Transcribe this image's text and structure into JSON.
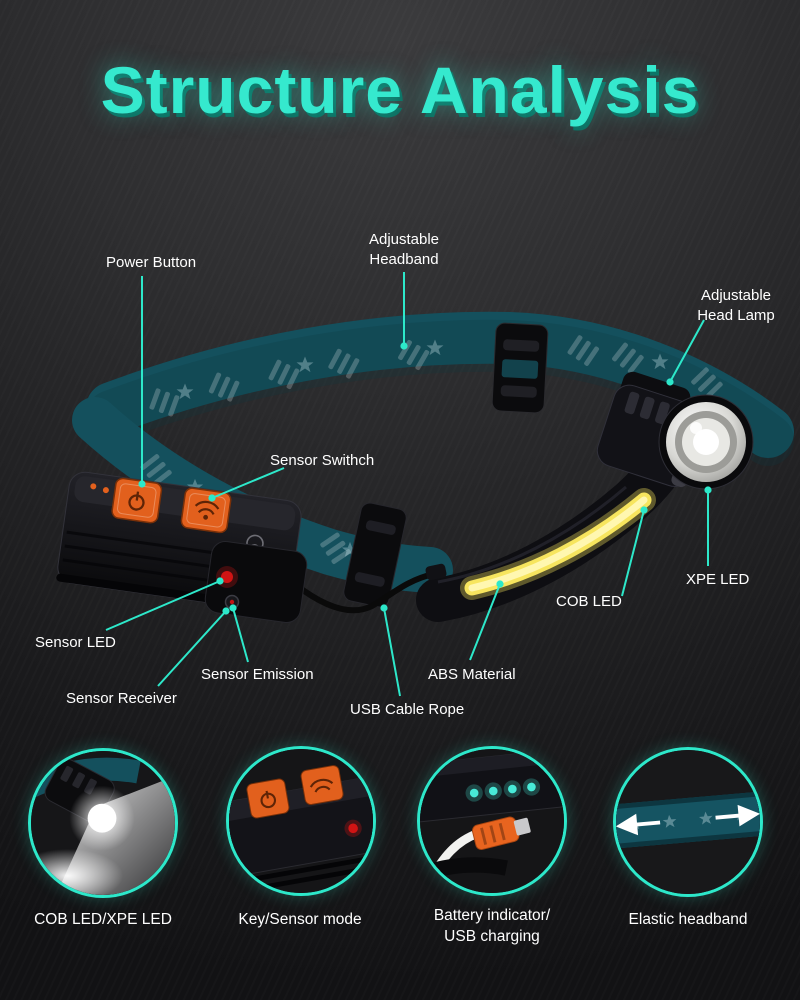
{
  "title": "Structure Analysis",
  "colors": {
    "accent_teal": "#2de8ca",
    "title_teal": "#35e9ce",
    "headband_teal": "#14505d",
    "cob_yellow": "#f7e55e",
    "button_orange": "#e2601d",
    "sensor_red": "#d01414",
    "label_white": "#ffffff"
  },
  "callouts": {
    "power_button": "Power Button",
    "adjustable_headband": "Adjustable\nHeadband",
    "adjustable_head_lamp": "Adjustable\nHead Lamp",
    "sensor_switch": "Sensor Swithch",
    "xpe_led": "XPE LED",
    "cob_led": "COB LED",
    "sensor_led": "Sensor LED",
    "sensor_emission": "Sensor Emission",
    "sensor_receiver": "Sensor Receiver",
    "usb_cable_rope": "USB Cable Rope",
    "abs_material": "ABS Material"
  },
  "features": [
    {
      "caption": "COB LED/XPE LED"
    },
    {
      "caption": "Key/Sensor mode"
    },
    {
      "caption": "Battery indicator/\nUSB charging"
    },
    {
      "caption": "Elastic headband"
    }
  ]
}
